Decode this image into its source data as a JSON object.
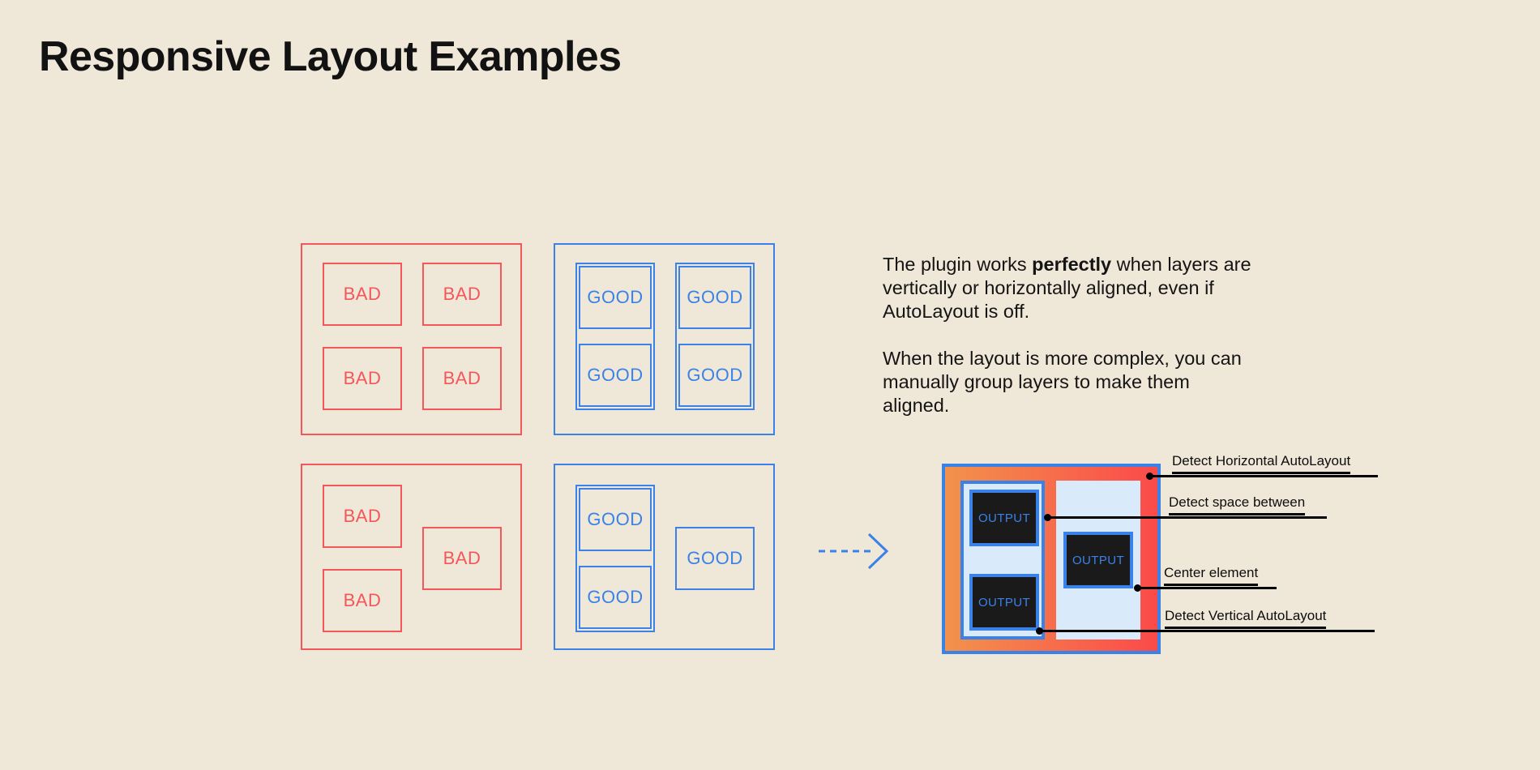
{
  "page": {
    "title": "Responsive Layout Examples",
    "background_color": "#EFE7D8",
    "bad_color": "#F4565A",
    "good_color": "#3B82E8",
    "text_color": "#141414"
  },
  "examples": {
    "grid_bad": {
      "items": [
        {
          "label": "BAD"
        },
        {
          "label": "BAD"
        },
        {
          "label": "BAD"
        },
        {
          "label": "BAD"
        }
      ]
    },
    "grid_good": {
      "items": [
        {
          "label": "GOOD"
        },
        {
          "label": "GOOD"
        },
        {
          "label": "GOOD"
        },
        {
          "label": "GOOD"
        }
      ]
    },
    "complex_bad": {
      "items": [
        {
          "label": "BAD"
        },
        {
          "label": "BAD"
        },
        {
          "label": "BAD"
        }
      ]
    },
    "complex_good": {
      "items": [
        {
          "label": "GOOD"
        },
        {
          "label": "GOOD"
        },
        {
          "label": "GOOD"
        }
      ]
    }
  },
  "description": {
    "para1_before": "The plugin works ",
    "para1_bold": "perfectly",
    "para1_after": " when layers are vertically or horizontally aligned, even if AutoLayout is off.",
    "para2": "When the layout is more complex, you can manually group layers to make them aligned."
  },
  "flow": {
    "arrow": "dashed-right-arrow",
    "arrow_color": "#3B82E8"
  },
  "mockup": {
    "gradient_from": "#F2924C",
    "gradient_to": "#FB4A4A",
    "border_color": "#3B82E8",
    "panel_color": "#D9EAFB",
    "output_bg": "#1A1A1A",
    "outputs": [
      {
        "label": "OUTPUT"
      },
      {
        "label": "OUTPUT"
      },
      {
        "label": "OUTPUT"
      }
    ]
  },
  "annotations": [
    {
      "label": "Detect Horizontal AutoLayout"
    },
    {
      "label": "Detect space between"
    },
    {
      "label": "Center element"
    },
    {
      "label": "Detect Vertical AutoLayout"
    }
  ]
}
